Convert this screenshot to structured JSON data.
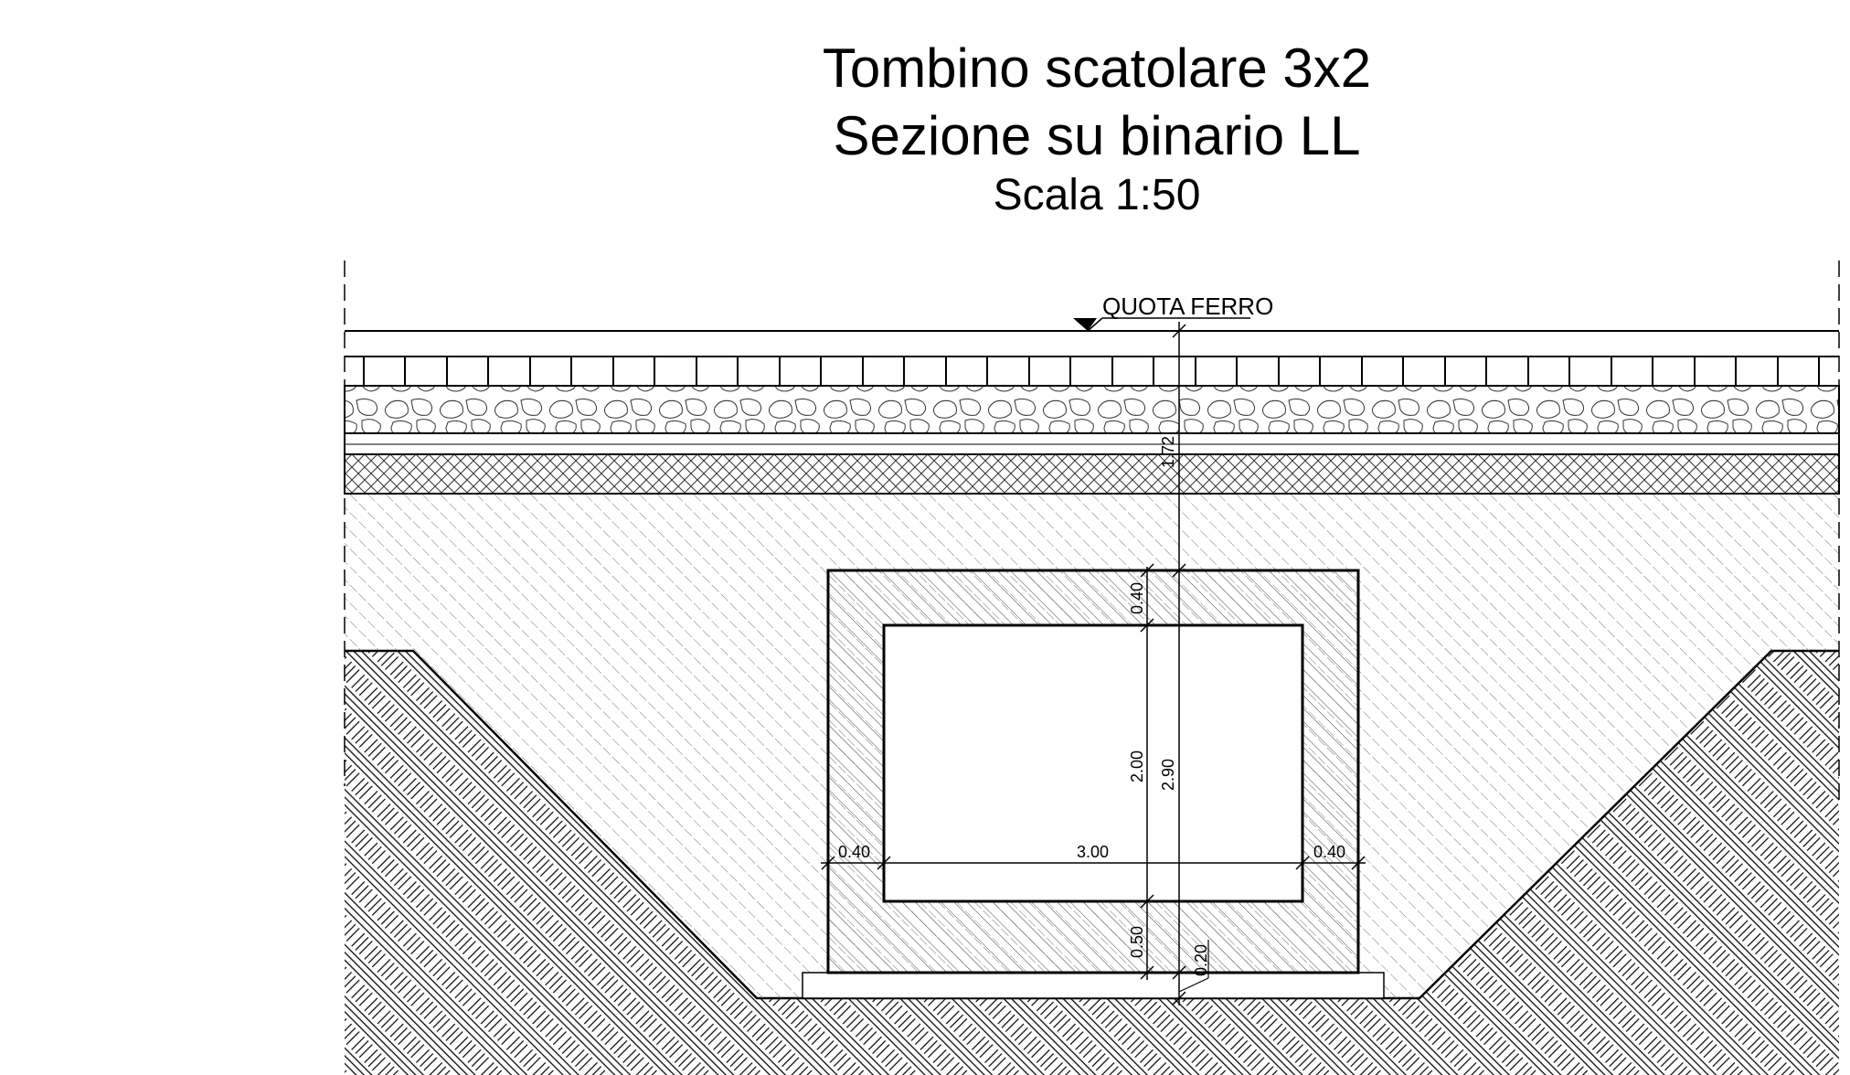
{
  "title": {
    "line1": "Tombino scatolare 3x2",
    "line2": "Sezione su binario LL",
    "scale": "Scala 1:50"
  },
  "labels": {
    "quota_ferro": "QUOTA FERRO"
  },
  "dimensions": {
    "cover_height": "1.72",
    "top_slab": "0.40",
    "inner_height": "2.00",
    "total_height": "2.90",
    "bottom_slab": "0.50",
    "blinding": "0.20",
    "left_wall": "0.40",
    "inner_width": "3.00",
    "right_wall": "0.40"
  },
  "colors": {
    "line": "#000000",
    "hatch": "#555555",
    "background": "#ffffff"
  }
}
